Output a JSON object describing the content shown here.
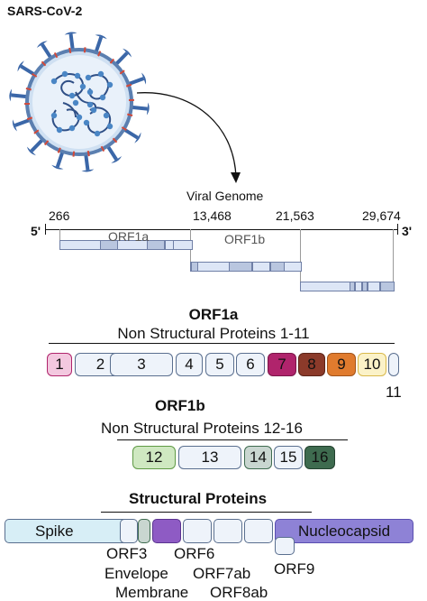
{
  "virus": {
    "title": "SARS-CoV-2"
  },
  "genome": {
    "title": "Viral Genome",
    "five_prime": "5'",
    "three_prime": "3'",
    "positions": [
      "266",
      "13,468",
      "21,563",
      "29,674"
    ],
    "orf1a_label": "ORF1a",
    "orf1b_label": "ORF1b"
  },
  "orf1a": {
    "title": "ORF1a",
    "subtitle": "Non Structural Proteins 1-11",
    "proteins": [
      "1",
      "2",
      "3",
      "4",
      "5",
      "6",
      "7",
      "8",
      "9",
      "10"
    ],
    "outside_label": "11",
    "colors": {
      "nsp1": "#f3c8df",
      "nsp7": "#b0246c",
      "nsp8": "#8b3a2a",
      "nsp9": "#e07b2e",
      "nsp10": "#fbf2c8",
      "default": "#eef3fa"
    }
  },
  "orf1b": {
    "title": "ORF1b",
    "subtitle": "Non Structural Proteins 12-16",
    "proteins": [
      "12",
      "13",
      "14",
      "15",
      "16"
    ],
    "colors": {
      "nsp12": "#cfe8c1",
      "nsp14": "#c9d6d0",
      "nsp16": "#3e6b4f",
      "default": "#eef3fa"
    }
  },
  "structural": {
    "title": "Structural Proteins",
    "spike": "Spike",
    "nucleocapsid": "Nucleocapsid",
    "labels": [
      "ORF3",
      "ORF6",
      "Envelope",
      "ORF7ab",
      "ORF9",
      "Membrane",
      "ORF8ab"
    ],
    "colors": {
      "spike": "#d7eef6",
      "membrane": "#8e5bc4",
      "envelope": "#c9d6d0",
      "nucleocapsid": "#8e82d6",
      "default": "#eef3fa"
    }
  }
}
